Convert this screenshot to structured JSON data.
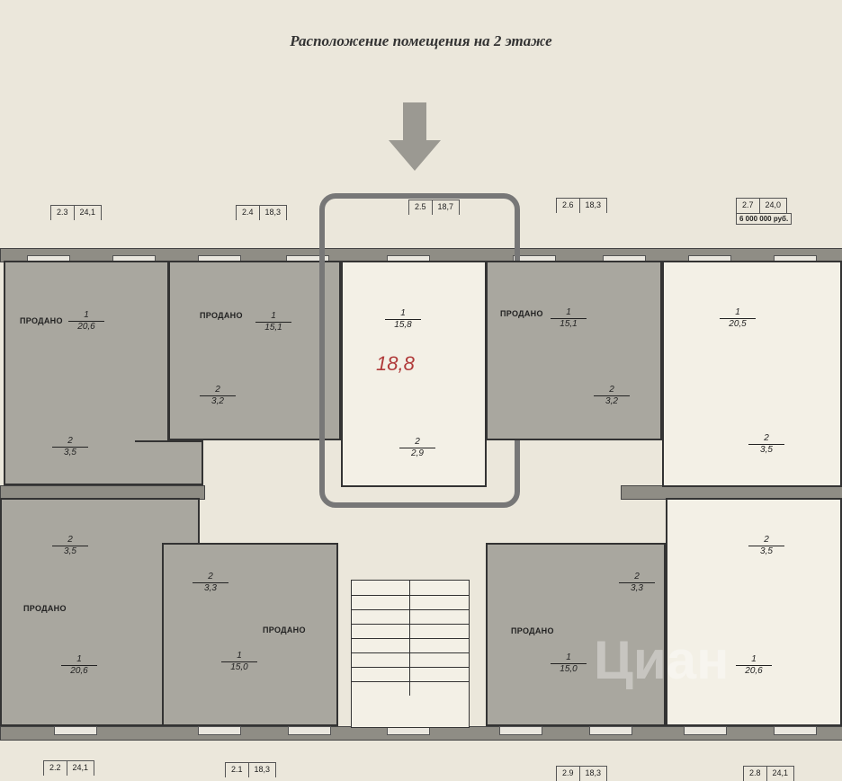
{
  "title": "Расположение помещения на 2 этаже",
  "pointer_icon": "arrow-down-icon",
  "selected_unit_handwritten_area": "18,8",
  "sold_label": "ПРОДАНО",
  "watermark": "Циан",
  "units": [
    {
      "number": "2.3",
      "area": "24,1",
      "status": "sold",
      "rooms": [
        {
          "n": "1",
          "a": "20,6"
        },
        {
          "n": "2",
          "a": "3,5"
        }
      ]
    },
    {
      "number": "2.4",
      "area": "18,3",
      "status": "sold",
      "rooms": [
        {
          "n": "1",
          "a": "15,1"
        },
        {
          "n": "2",
          "a": "3,2"
        }
      ]
    },
    {
      "number": "2.5",
      "area": "18,7",
      "status": "selected",
      "rooms": [
        {
          "n": "1",
          "a": "15,8"
        },
        {
          "n": "2",
          "a": "2,9"
        }
      ]
    },
    {
      "number": "2.6",
      "area": "18,3",
      "status": "sold",
      "rooms": [
        {
          "n": "1",
          "a": "15,1"
        },
        {
          "n": "2",
          "a": "3,2"
        }
      ]
    },
    {
      "number": "2.7",
      "area": "24,0",
      "status": "available",
      "price": "6 000 000 руб.",
      "rooms": [
        {
          "n": "1",
          "a": "20,5"
        },
        {
          "n": "2",
          "a": "3,5"
        }
      ]
    },
    {
      "number": "2.2",
      "area": "24,1",
      "status": "sold",
      "rooms": [
        {
          "n": "1",
          "a": "20,6"
        },
        {
          "n": "2",
          "a": "3,5"
        }
      ]
    },
    {
      "number": "2.1",
      "area": "18,3",
      "status": "sold",
      "rooms": [
        {
          "n": "1",
          "a": "15,0"
        },
        {
          "n": "2",
          "a": "3,3"
        }
      ]
    },
    {
      "number": "2.9",
      "area": "18,3",
      "status": "sold",
      "rooms": [
        {
          "n": "1",
          "a": "15,0"
        },
        {
          "n": "2",
          "a": "3,3"
        }
      ]
    },
    {
      "number": "2.8",
      "area": "24,1",
      "status": "available",
      "rooms": [
        {
          "n": "1",
          "a": "20,6"
        },
        {
          "n": "2",
          "a": "3,5"
        }
      ]
    }
  ]
}
